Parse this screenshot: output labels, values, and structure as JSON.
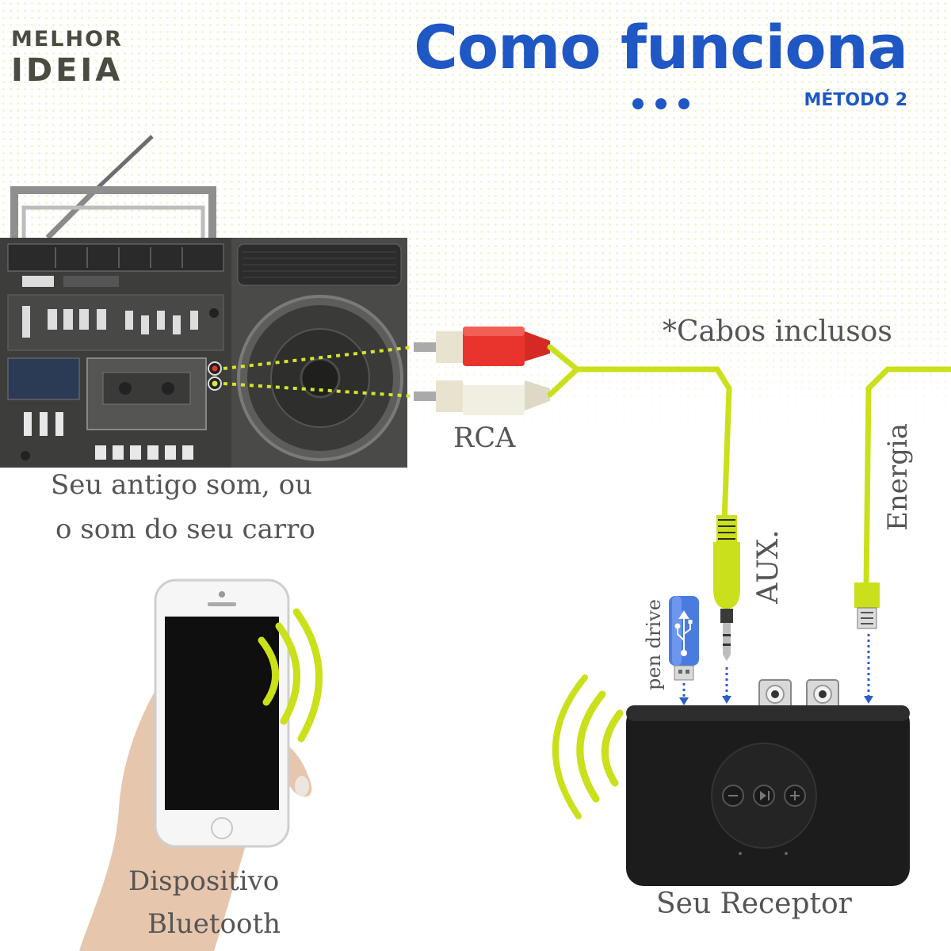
{
  "logo": {
    "line1": "MELHOR",
    "line2": "IDEIA"
  },
  "header": {
    "title": "Como funciona",
    "subtitle": "MÉTODO 2"
  },
  "labels": {
    "cables_note": "*Cabos inclusos",
    "rca": "RCA",
    "aux": "AUX.",
    "energia": "Energia",
    "pen_drive": "pen drive",
    "stereo_line1": "Seu antigo som, ou",
    "stereo_line2": "o som do seu carro",
    "phone_line1": "Dispositivo",
    "phone_line2": "Bluetooth",
    "receiver": "Seu Receptor"
  },
  "colors": {
    "title_blue": "#1f57c4",
    "cable_green": "#c9e01a",
    "rca_red": "#e8342c",
    "rca_white": "#f1efe2",
    "arrow_blue": "#2b5fc4",
    "receiver_body": "#1c1c1c",
    "stereo_body": "#3a3a38"
  },
  "icons": [
    "three-dots-icon",
    "bluetooth-signal-icon",
    "usb-symbol-icon",
    "receiver-prev-icon",
    "receiver-play-pause-icon",
    "receiver-next-icon"
  ]
}
